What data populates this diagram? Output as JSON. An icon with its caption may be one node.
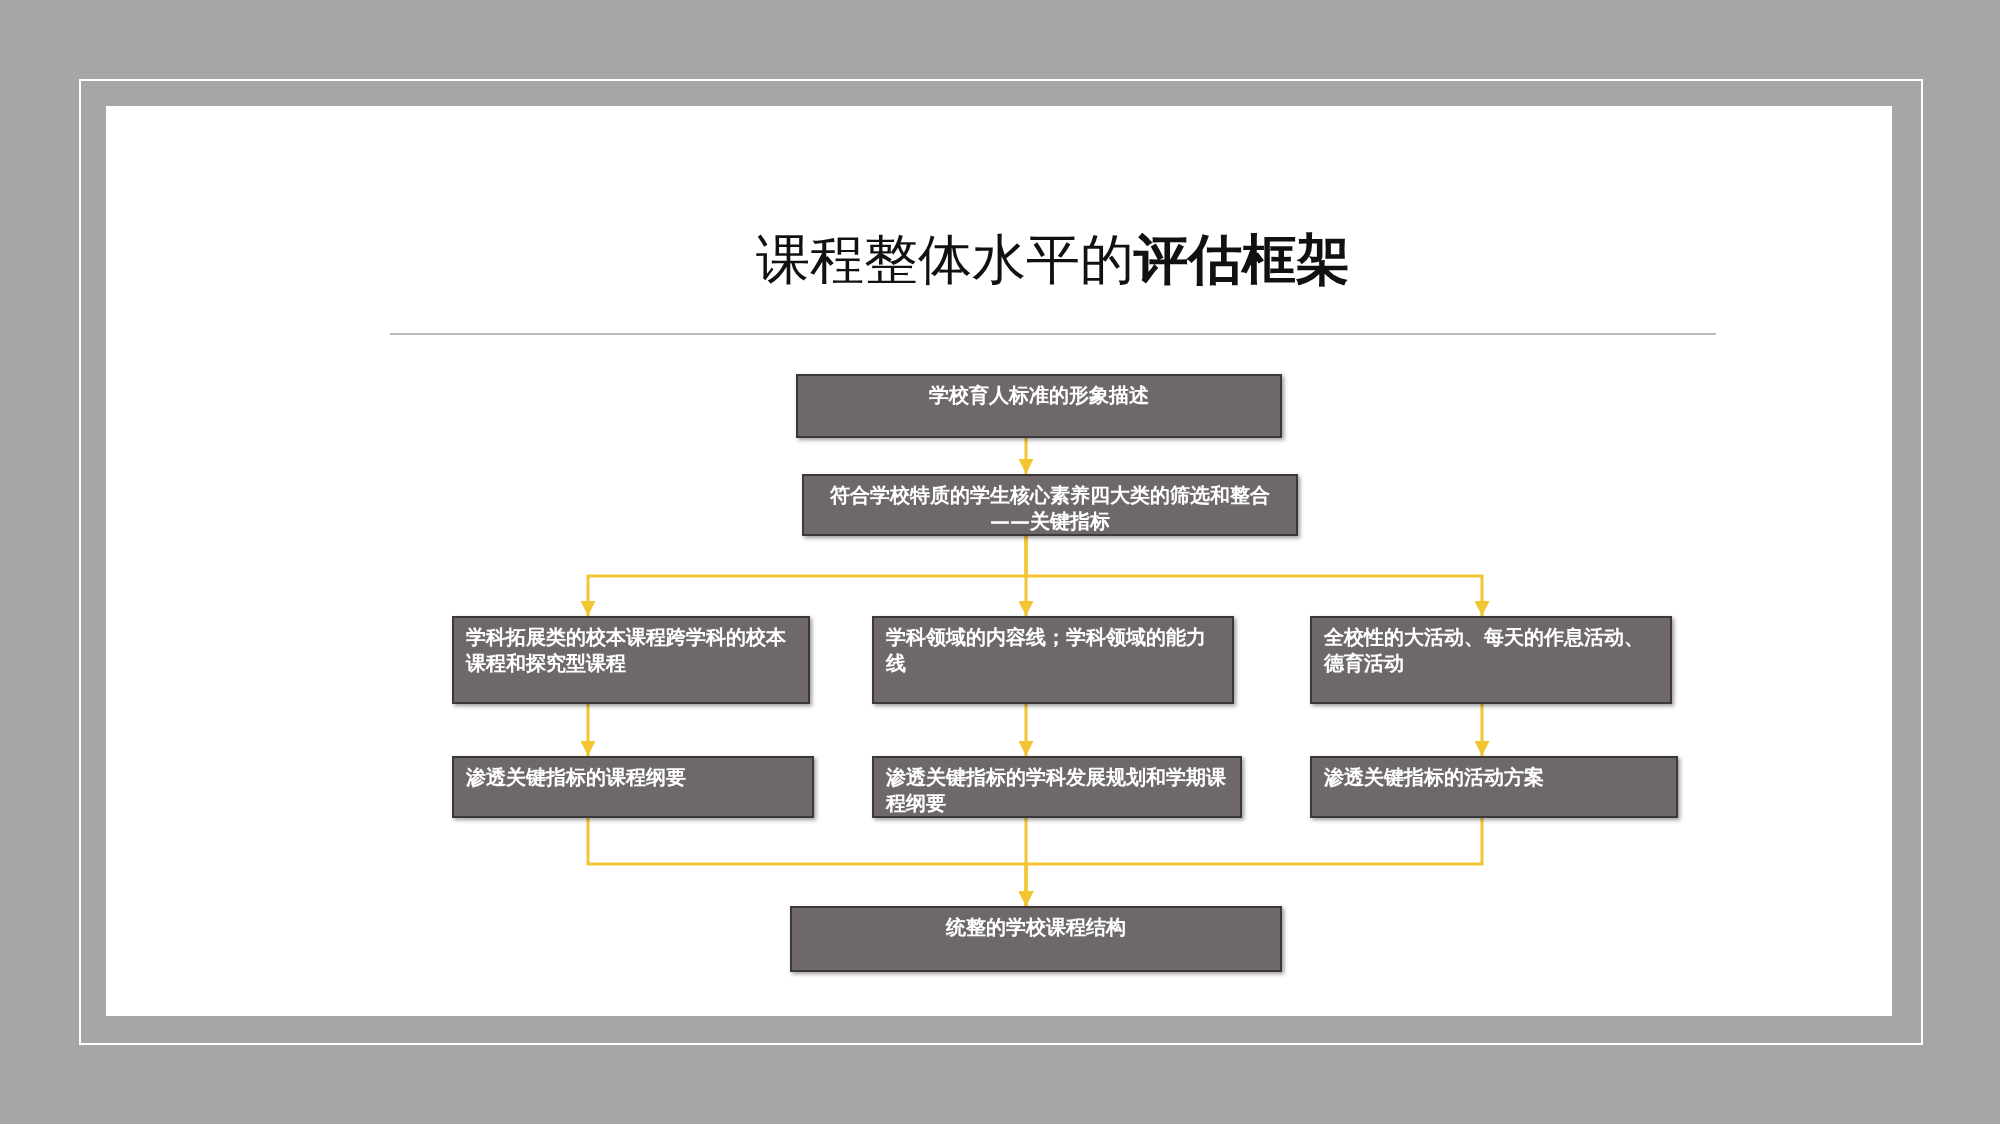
{
  "diagram": {
    "title": "课程整体水平的**评估框架**",
    "nodes": [
      {
        "text": [
          "学校育人标准的形象描述"
        ]
      },
      {
        "text": [
          "符合学校特质的学生核心素养四大类的筛选和整合——关键指标"
        ]
      },
      {
        "text": [
          "学科拓展类的校本课程跨学科的校本课程和探究型课程"
        ]
      },
      {
        "text": [
          "学科领域的内容线；学科领域的能力线"
        ]
      },
      {
        "text": [
          "全校性的大活动、每天的作息活动、德育活动"
        ]
      },
      {
        "text": [
          "渗透关键指标的课程纲要"
        ]
      },
      {
        "text": [
          "渗透关键指标的学科发展规划和学期课程纲要"
        ]
      },
      {
        "text": [
          "渗透关键指标的活动方案"
        ]
      },
      {
        "text": [
          "统整的学校课程结构"
        ]
      }
    ],
    "edges": [
      {
        "from": 0,
        "to": 1,
        "arrow": "to"
      },
      {
        "from": 1,
        "to": 2,
        "arrow": "to"
      },
      {
        "from": 1,
        "to": 3,
        "arrow": "to"
      },
      {
        "from": 1,
        "to": 4,
        "arrow": "to"
      },
      {
        "from": 2,
        "to": 5,
        "arrow": "to"
      },
      {
        "from": 3,
        "to": 6,
        "arrow": "to"
      },
      {
        "from": 4,
        "to": 7,
        "arrow": "to"
      },
      {
        "from": 5,
        "to": 8,
        "arrow": "to"
      },
      {
        "from": 6,
        "to": 8,
        "arrow": "to"
      },
      {
        "from": 7,
        "to": 8,
        "arrow": "to"
      }
    ]
  }
}
